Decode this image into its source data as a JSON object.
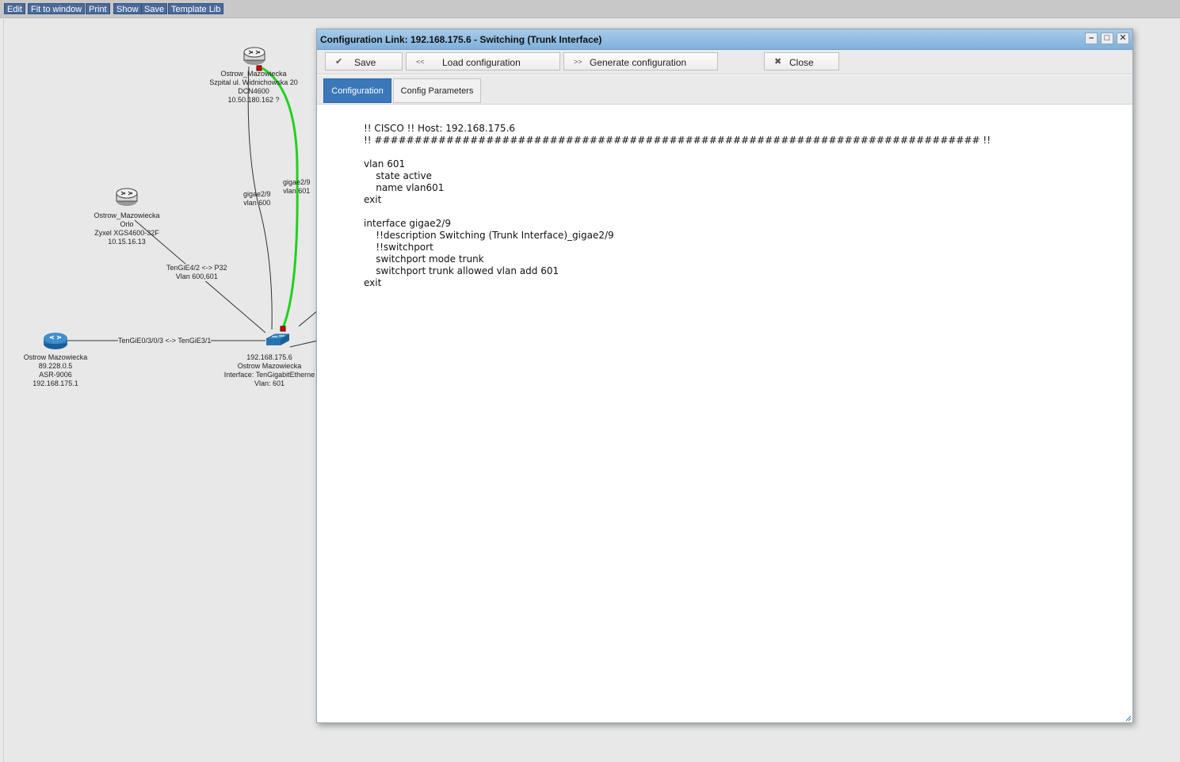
{
  "toolbar": {
    "buttons": [
      "Edit",
      "Fit to window",
      "Print",
      "Show",
      "Save",
      "Template Lib"
    ],
    "bg_color": "#4a6a9a"
  },
  "topology": {
    "nodes": [
      {
        "lines": [
          "Ostrow_Mazowiecka",
          "Szpital ul. Widnichowska 20",
          "DCN4600",
          "10.50.180.162 ?"
        ],
        "icon": "switch-icon"
      },
      {
        "lines": [
          "Ostrow_Mazowiecka",
          "Orlo",
          "Zyxel XGS4600-32F",
          "10.15.16.13"
        ],
        "icon": "switch-icon"
      },
      {
        "lines": [
          "Ostrow Mazowiecka",
          "89.228.0.5",
          "ASR-9006",
          "192.168.175.1"
        ],
        "icon": "router-icon"
      },
      {
        "lines": [
          "192.168.175.6",
          "Ostrow Mazowiecka",
          "Interface: TenGigabitEtherne",
          "Vlan: 601"
        ],
        "icon": "l3-switch-icon"
      }
    ],
    "links": [
      {
        "lines": [
          "gigae2/9",
          "vlan 600"
        ]
      },
      {
        "lines": [
          "gigae2/9",
          "vlan 601"
        ],
        "highlight_color": "#1fd11f"
      },
      {
        "lines": [
          "TenGiE4/2 <-> P32",
          "Vlan 600,601"
        ]
      },
      {
        "lines": [
          "TenGiE0/3/0/3 <-> TenGiE3/1"
        ]
      }
    ],
    "marker_color": "#d40000"
  },
  "modal": {
    "title": "Configuration Link: 192.168.175.6 - Switching (Trunk Interface)",
    "window_controls": {
      "minimize": "–",
      "maximize": "□",
      "close": "✕"
    },
    "actions": {
      "save": {
        "label": "Save",
        "icon": "✔"
      },
      "load": {
        "label": "Load configuration",
        "icon": "<<"
      },
      "generate": {
        "label": "Generate configuration",
        "icon": ">>"
      },
      "close": {
        "label": "Close",
        "icon": "✖"
      }
    },
    "tabs": [
      {
        "label": "Configuration",
        "active": true
      },
      {
        "label": "Config Parameters",
        "active": false
      }
    ],
    "config_lines": [
      "!! CISCO !! Host: 192.168.175.6",
      "!! ############################################################################ !!",
      "",
      "vlan 601",
      "    state active",
      "    name vlan601",
      "exit",
      "",
      "interface gigae2/9",
      "    !!description Switching (Trunk Interface)_gigae2/9",
      "    !!switchport",
      "    switchport mode trunk",
      "    switchport trunk allowed vlan add 601",
      "exit"
    ],
    "accent_color": "#3a78b9"
  }
}
